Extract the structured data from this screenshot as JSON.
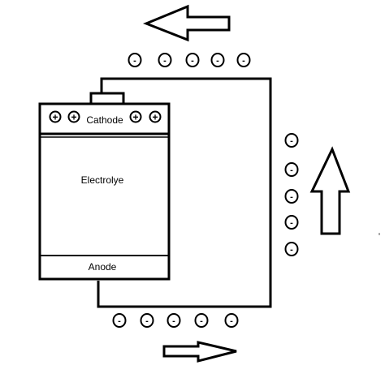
{
  "battery": {
    "cathode_label": "Cathode",
    "electrolyte_label": "Electrolye",
    "anode_label": "Anode"
  },
  "charges": {
    "positive_symbol": "+",
    "negative_symbol": "-"
  }
}
